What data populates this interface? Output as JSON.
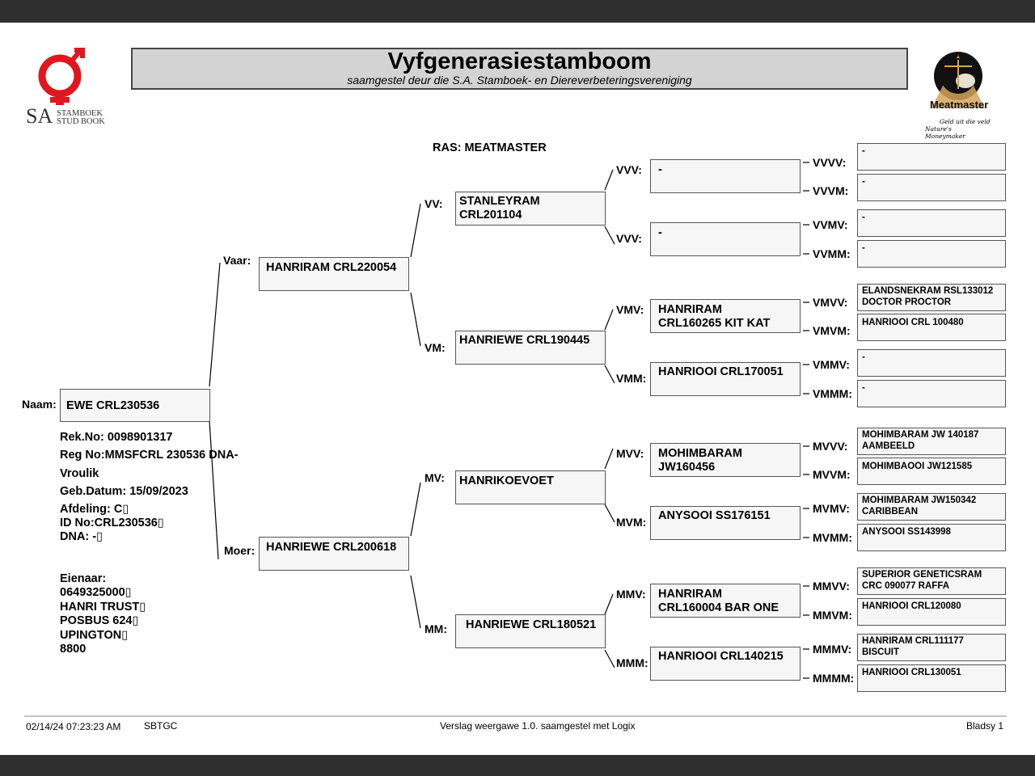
{
  "header": {
    "title": "Vyfgenerasiestamboom",
    "subtitle": "saamgestel deur die S.A. Stamboek- en Diereverbeteringsvereniging",
    "left_logo": {
      "line1": "STAMBOEK",
      "line2": "STUD BOOK",
      "sa": "SA",
      "color": "#e0171f"
    },
    "right_logo": {
      "brand": "Meatmaster",
      "tag1": "Geld uit die veld",
      "tag2": "Nature's Moneymaker",
      "accent": "#d3a45a"
    }
  },
  "breed": "RAS: MEATMASTER",
  "animal": {
    "naam_label": "Naam:",
    "name": "EWE CRL230536",
    "rek_no": "Rek.No: 0098901317",
    "reg_no": "Reg No:MMSFCRL 230536 DNA-",
    "sex": "Vroulik",
    "birth": "Geb.Datum: 15/09/2023",
    "afdeling": "Afdeling: C▯",
    "id_no": "ID No:CRL230536▯",
    "dna": "DNA: -▯"
  },
  "owner": {
    "label": "Eienaar:",
    "phone": "0649325000▯",
    "name": "HANRI TRUST▯",
    "box": "POSBUS 624▯",
    "town": "UPINGTON▯",
    "code": "8800"
  },
  "gen1": {
    "sire_label": "Vaar:",
    "sire": "HANRIRAM CRL220054",
    "dam_label": "Moer:",
    "dam": "HANRIEWE CRL200618"
  },
  "gen2": {
    "vv_label": "VV:",
    "vv": [
      "STANLEYRAM",
      "CRL201104"
    ],
    "vm_label": "VM:",
    "vm": [
      "HANRIEWE CRL190445"
    ],
    "mv_label": "MV:",
    "mv": [
      "HANRIKOEVOET"
    ],
    "mm_label": "MM:",
    "mm": [
      "HANRIEWE CRL180521"
    ]
  },
  "gen3": [
    {
      "label": "VVV:",
      "lines": [
        "-"
      ]
    },
    {
      "label": "VVV:",
      "lines": [
        "-"
      ]
    },
    {
      "label": "VMV:",
      "lines": [
        "HANRIRAM",
        "CRL160265 KIT KAT"
      ]
    },
    {
      "label": "VMM:",
      "lines": [
        "HANRIOOI CRL170051"
      ]
    },
    {
      "label": "MVV:",
      "lines": [
        "MOHIMBARAM",
        "JW160456"
      ]
    },
    {
      "label": "MVM:",
      "lines": [
        "ANYSOOI SS176151"
      ]
    },
    {
      "label": "MMV:",
      "lines": [
        "HANRIRAM",
        "CRL160004 BAR ONE"
      ]
    },
    {
      "label": "MMM:",
      "lines": [
        "HANRIOOI CRL140215"
      ]
    }
  ],
  "gen4": [
    {
      "label": "VVVV:",
      "lines": [
        "-"
      ]
    },
    {
      "label": "VVVM:",
      "lines": [
        "-"
      ]
    },
    {
      "label": "VVMV:",
      "lines": [
        "-"
      ]
    },
    {
      "label": "VVMM:",
      "lines": [
        "-"
      ]
    },
    {
      "label": "VMVV:",
      "lines": [
        "ELANDSNEKRAM RSL133012",
        "DOCTOR PROCTOR"
      ]
    },
    {
      "label": "VMVM:",
      "lines": [
        "HANRIOOI CRL 100480"
      ]
    },
    {
      "label": "VMMV:",
      "lines": [
        "-"
      ]
    },
    {
      "label": "VMMM:",
      "lines": [
        "-"
      ]
    },
    {
      "label": "MVVV:",
      "lines": [
        "MOHIMBARAM JW 140187",
        "AAMBEELD"
      ]
    },
    {
      "label": "MVVM:",
      "lines": [
        "MOHIMBAOOI JW121585"
      ]
    },
    {
      "label": "MVMV:",
      "lines": [
        "MOHIMBARAM JW150342",
        "CARIBBEAN"
      ]
    },
    {
      "label": "MVMM:",
      "lines": [
        "ANYSOOI SS143998"
      ]
    },
    {
      "label": "MMVV:",
      "lines": [
        "SUPERIOR GENETICSRAM",
        "CRC 090077 RAFFA"
      ]
    },
    {
      "label": "MMVM:",
      "lines": [
        "HANRIOOI CRL120080"
      ]
    },
    {
      "label": "MMMV:",
      "lines": [
        "HANRIRAM CRL111177",
        "BISCUIT"
      ]
    },
    {
      "label": "MMMM:",
      "lines": [
        "HANRIOOI CRL130051"
      ]
    }
  ],
  "footer": {
    "datetime": "02/14/24 07:23:23 AM",
    "code": "SBTGC",
    "report": "Verslag weergawe 1.0. saamgestel met Logix",
    "page": "Bladsy 1"
  }
}
